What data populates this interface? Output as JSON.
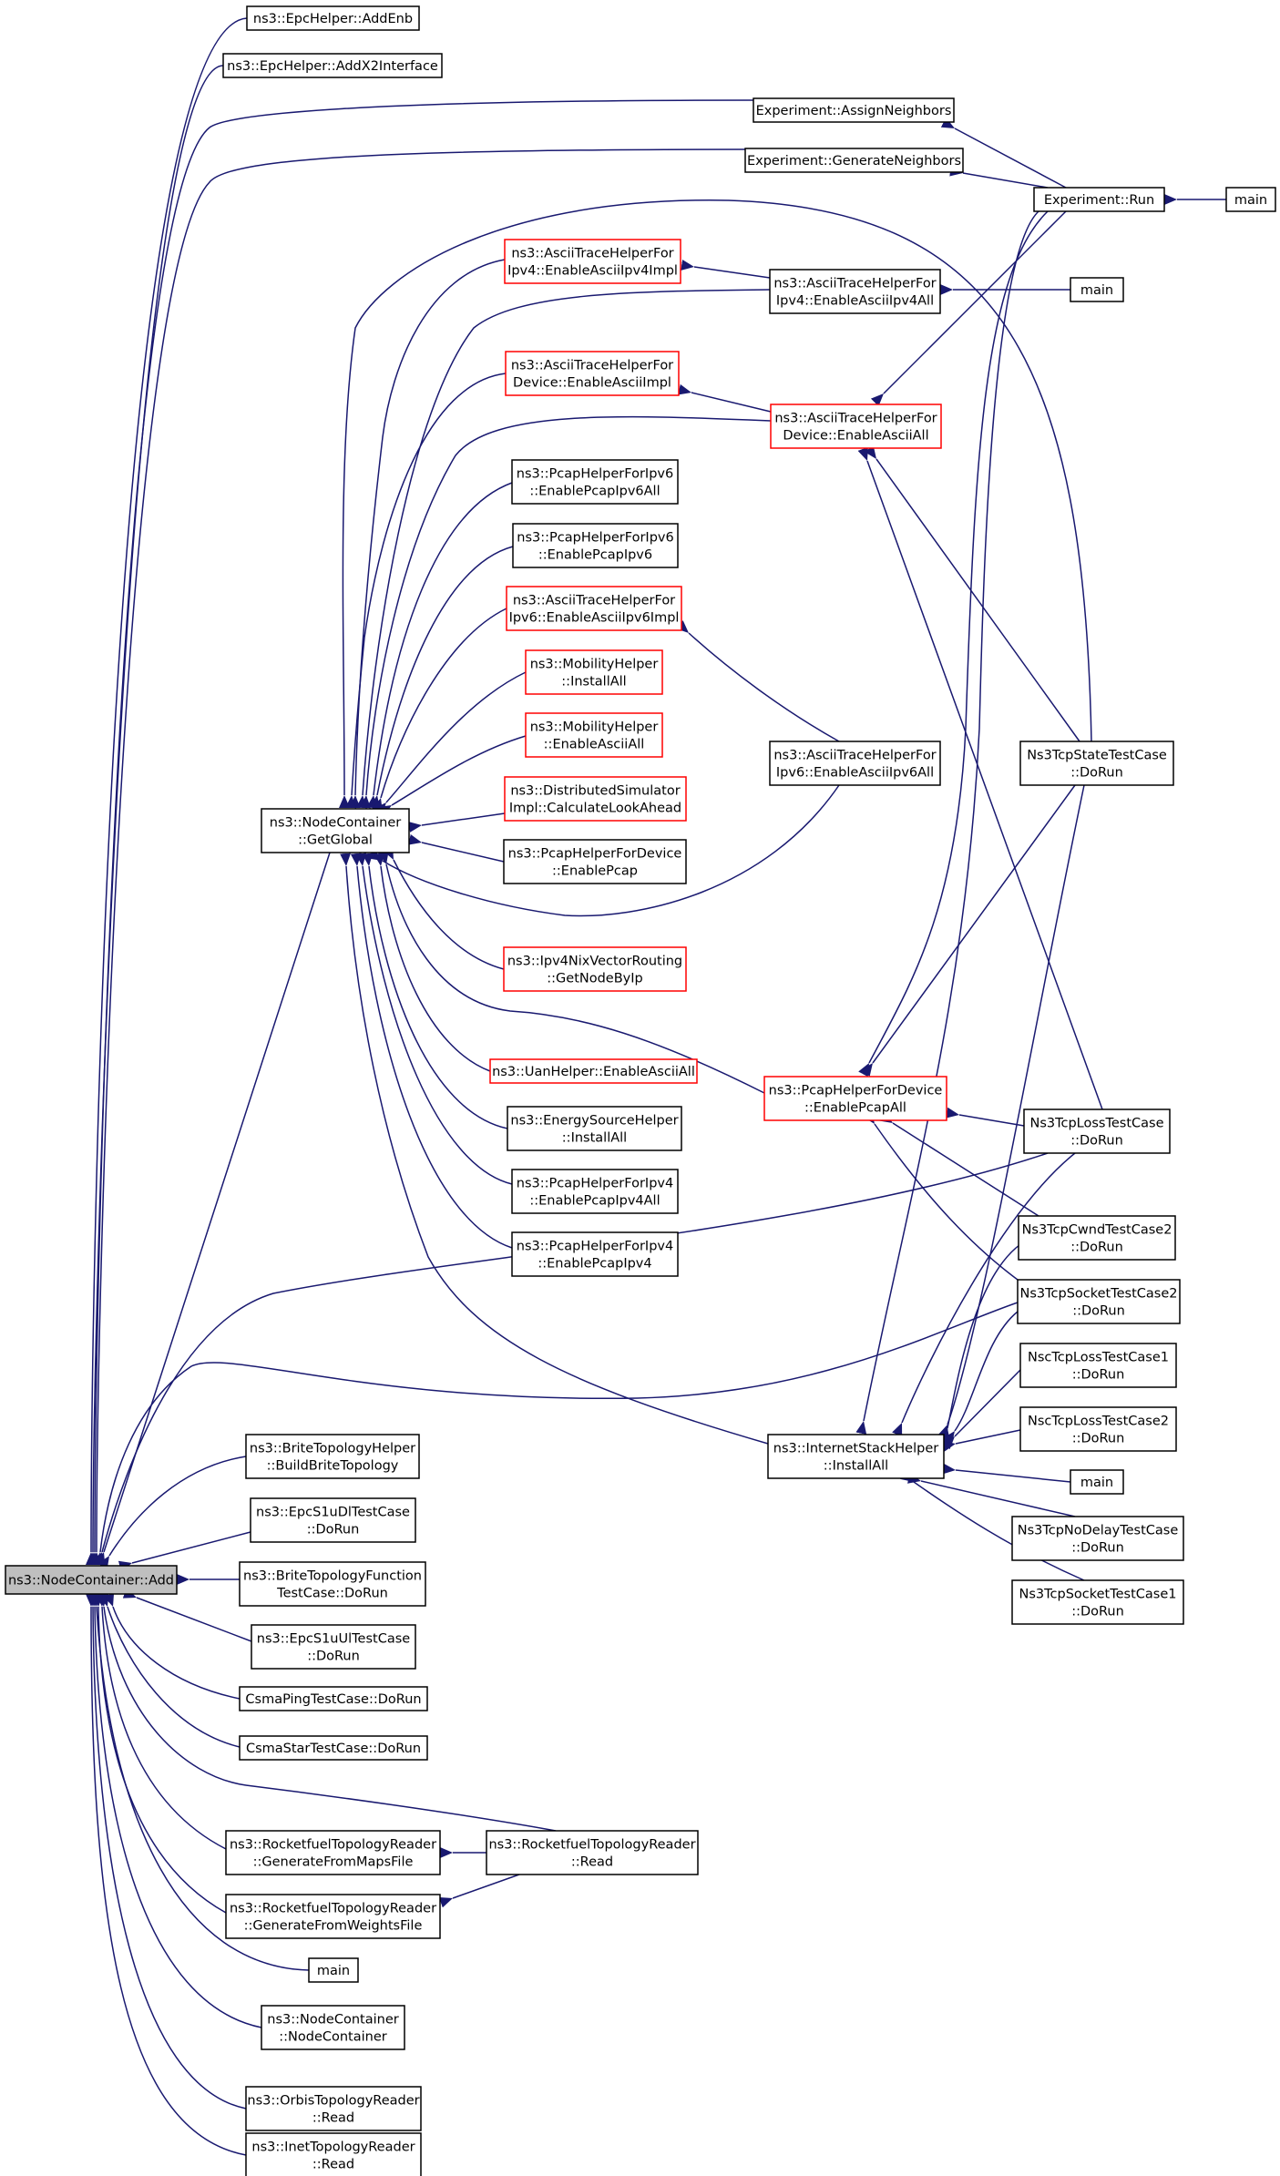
{
  "colors": {
    "edge": "#191970",
    "node_border_black": "#000000",
    "node_border_red": "#ff0000",
    "node_fill": "#ffffff",
    "focus_fill": "#bfbfbf"
  },
  "graph": {
    "focus": {
      "id": "n_add",
      "lines": [
        "ns3::NodeContainer::Add"
      ]
    },
    "nodes": [
      {
        "id": "n_add",
        "lines": [
          "ns3::NodeContainer::Add"
        ],
        "border": "black",
        "focus": true
      },
      {
        "id": "n_addenb",
        "lines": [
          "ns3::EpcHelper::AddEnb"
        ],
        "border": "black"
      },
      {
        "id": "n_addx2",
        "lines": [
          "ns3::EpcHelper::AddX2Interface"
        ],
        "border": "black"
      },
      {
        "id": "n_assign",
        "lines": [
          "Experiment::AssignNeighbors"
        ],
        "border": "black"
      },
      {
        "id": "n_generate",
        "lines": [
          "Experiment::GenerateNeighbors"
        ],
        "border": "black"
      },
      {
        "id": "n_exprun",
        "lines": [
          "Experiment::Run"
        ],
        "border": "black"
      },
      {
        "id": "n_main1",
        "lines": [
          "main"
        ],
        "border": "black"
      },
      {
        "id": "n_ipv4impl",
        "lines": [
          "ns3::AsciiTraceHelperFor",
          "Ipv4::EnableAsciiIpv4Impl"
        ],
        "border": "red"
      },
      {
        "id": "n_ipv4all",
        "lines": [
          "ns3::AsciiTraceHelperFor",
          "Ipv4::EnableAsciiIpv4All"
        ],
        "border": "black"
      },
      {
        "id": "n_main2",
        "lines": [
          "main"
        ],
        "border": "black"
      },
      {
        "id": "n_devimpl",
        "lines": [
          "ns3::AsciiTraceHelperFor",
          "Device::EnableAsciiImpl"
        ],
        "border": "red"
      },
      {
        "id": "n_devall",
        "lines": [
          "ns3::AsciiTraceHelperFor",
          "Device::EnableAsciiAll"
        ],
        "border": "red"
      },
      {
        "id": "n_pcapipv6all",
        "lines": [
          "ns3::PcapHelperForIpv6",
          "::EnablePcapIpv6All"
        ],
        "border": "black"
      },
      {
        "id": "n_pcapipv6",
        "lines": [
          "ns3::PcapHelperForIpv6",
          "::EnablePcapIpv6"
        ],
        "border": "black"
      },
      {
        "id": "n_ipv6impl",
        "lines": [
          "ns3::AsciiTraceHelperFor",
          "Ipv6::EnableAsciiIpv6Impl"
        ],
        "border": "red"
      },
      {
        "id": "n_mobinst",
        "lines": [
          "ns3::MobilityHelper",
          "::InstallAll"
        ],
        "border": "red"
      },
      {
        "id": "n_mobascii",
        "lines": [
          "ns3::MobilityHelper",
          "::EnableAsciiAll"
        ],
        "border": "red"
      },
      {
        "id": "n_ipv6all",
        "lines": [
          "ns3::AsciiTraceHelperFor",
          "Ipv6::EnableAsciiIpv6All"
        ],
        "border": "black"
      },
      {
        "id": "n_getglobal",
        "lines": [
          "ns3::NodeContainer",
          "::GetGlobal"
        ],
        "border": "black"
      },
      {
        "id": "n_distsim",
        "lines": [
          "ns3::DistributedSimulator",
          "Impl::CalculateLookAhead"
        ],
        "border": "red"
      },
      {
        "id": "n_pcapdev",
        "lines": [
          "ns3::PcapHelperForDevice",
          "::EnablePcap"
        ],
        "border": "black"
      },
      {
        "id": "n_nixvec",
        "lines": [
          "ns3::Ipv4NixVectorRouting",
          "::GetNodeByIp"
        ],
        "border": "red"
      },
      {
        "id": "n_uan",
        "lines": [
          "ns3::UanHelper::EnableAsciiAll"
        ],
        "border": "red"
      },
      {
        "id": "n_energy",
        "lines": [
          "ns3::EnergySourceHelper",
          "::InstallAll"
        ],
        "border": "black"
      },
      {
        "id": "n_pcapipv4all",
        "lines": [
          "ns3::PcapHelperForIpv4",
          "::EnablePcapIpv4All"
        ],
        "border": "black"
      },
      {
        "id": "n_pcapipv4",
        "lines": [
          "ns3::PcapHelperForIpv4",
          "::EnablePcapIpv4"
        ],
        "border": "black"
      },
      {
        "id": "n_pcapdevall",
        "lines": [
          "ns3::PcapHelperForDevice",
          "::EnablePcapAll"
        ],
        "border": "red"
      },
      {
        "id": "n_tcpstate",
        "lines": [
          "Ns3TcpStateTestCase",
          "::DoRun"
        ],
        "border": "black"
      },
      {
        "id": "n_tcploss",
        "lines": [
          "Ns3TcpLossTestCase",
          "::DoRun"
        ],
        "border": "black"
      },
      {
        "id": "n_tcpcwnd2",
        "lines": [
          "Ns3TcpCwndTestCase2",
          "::DoRun"
        ],
        "border": "black"
      },
      {
        "id": "n_tcpsock2",
        "lines": [
          "Ns3TcpSocketTestCase2",
          "::DoRun"
        ],
        "border": "black"
      },
      {
        "id": "n_nscloss1",
        "lines": [
          "NscTcpLossTestCase1",
          "::DoRun"
        ],
        "border": "black"
      },
      {
        "id": "n_nscloss2",
        "lines": [
          "NscTcpLossTestCase2",
          "::DoRun"
        ],
        "border": "black"
      },
      {
        "id": "n_inetstack",
        "lines": [
          "ns3::InternetStackHelper",
          "::InstallAll"
        ],
        "border": "black"
      },
      {
        "id": "n_main3",
        "lines": [
          "main"
        ],
        "border": "black"
      },
      {
        "id": "n_tcpnodelay",
        "lines": [
          "Ns3TcpNoDelayTestCase",
          "::DoRun"
        ],
        "border": "black"
      },
      {
        "id": "n_tcpsock1",
        "lines": [
          "Ns3TcpSocketTestCase1",
          "::DoRun"
        ],
        "border": "black"
      },
      {
        "id": "n_brite",
        "lines": [
          "ns3::BriteTopologyHelper",
          "::BuildBriteTopology"
        ],
        "border": "black"
      },
      {
        "id": "n_epcdl",
        "lines": [
          "ns3::EpcS1uDlTestCase",
          "::DoRun"
        ],
        "border": "black"
      },
      {
        "id": "n_britefn",
        "lines": [
          "ns3::BriteTopologyFunction",
          "TestCase::DoRun"
        ],
        "border": "black"
      },
      {
        "id": "n_epcul",
        "lines": [
          "ns3::EpcS1uUlTestCase",
          "::DoRun"
        ],
        "border": "black"
      },
      {
        "id": "n_csmaping",
        "lines": [
          "CsmaPingTestCase::DoRun"
        ],
        "border": "black"
      },
      {
        "id": "n_csmastar",
        "lines": [
          "CsmaStarTestCase::DoRun"
        ],
        "border": "black"
      },
      {
        "id": "n_rfmaps",
        "lines": [
          "ns3::RocketfuelTopologyReader",
          "::GenerateFromMapsFile"
        ],
        "border": "black"
      },
      {
        "id": "n_rfread",
        "lines": [
          "ns3::RocketfuelTopologyReader",
          "::Read"
        ],
        "border": "black"
      },
      {
        "id": "n_rfweights",
        "lines": [
          "ns3::RocketfuelTopologyReader",
          "::GenerateFromWeightsFile"
        ],
        "border": "black"
      },
      {
        "id": "n_main4",
        "lines": [
          "main"
        ],
        "border": "black"
      },
      {
        "id": "n_nodecont",
        "lines": [
          "ns3::NodeContainer",
          "::NodeContainer"
        ],
        "border": "black"
      },
      {
        "id": "n_orbis",
        "lines": [
          "ns3::OrbisTopologyReader",
          "::Read"
        ],
        "border": "black"
      },
      {
        "id": "n_inet",
        "lines": [
          "ns3::InetTopologyReader",
          "::Read"
        ],
        "border": "black"
      }
    ],
    "edges": [
      {
        "from": "n_addenb",
        "to": "n_add"
      },
      {
        "from": "n_addx2",
        "to": "n_add"
      },
      {
        "from": "n_assign",
        "to": "n_add"
      },
      {
        "from": "n_generate",
        "to": "n_add"
      },
      {
        "from": "n_exprun",
        "to": "n_assign"
      },
      {
        "from": "n_exprun",
        "to": "n_generate"
      },
      {
        "from": "n_main1",
        "to": "n_exprun"
      },
      {
        "from": "n_tcpstate",
        "to": "n_getglobal"
      },
      {
        "from": "n_ipv4impl",
        "to": "n_getglobal"
      },
      {
        "from": "n_ipv4all",
        "to": "n_getglobal"
      },
      {
        "from": "n_ipv4all",
        "to": "n_ipv4impl"
      },
      {
        "from": "n_main2",
        "to": "n_ipv4all"
      },
      {
        "from": "n_devimpl",
        "to": "n_getglobal"
      },
      {
        "from": "n_devall",
        "to": "n_getglobal"
      },
      {
        "from": "n_devall",
        "to": "n_devimpl"
      },
      {
        "from": "n_exprun",
        "to": "n_devall"
      },
      {
        "from": "n_tcpstate",
        "to": "n_devall"
      },
      {
        "from": "n_tcploss",
        "to": "n_devall"
      },
      {
        "from": "n_pcapipv6all",
        "to": "n_getglobal"
      },
      {
        "from": "n_pcapipv6",
        "to": "n_getglobal"
      },
      {
        "from": "n_ipv6impl",
        "to": "n_getglobal"
      },
      {
        "from": "n_ipv6all",
        "to": "n_ipv6impl"
      },
      {
        "from": "n_ipv6all",
        "to": "n_getglobal"
      },
      {
        "from": "n_mobinst",
        "to": "n_getglobal"
      },
      {
        "from": "n_mobascii",
        "to": "n_getglobal"
      },
      {
        "from": "n_distsim",
        "to": "n_getglobal"
      },
      {
        "from": "n_pcapdev",
        "to": "n_getglobal"
      },
      {
        "from": "n_nixvec",
        "to": "n_getglobal"
      },
      {
        "from": "n_uan",
        "to": "n_getglobal"
      },
      {
        "from": "n_energy",
        "to": "n_getglobal"
      },
      {
        "from": "n_pcapipv4all",
        "to": "n_getglobal"
      },
      {
        "from": "n_pcapipv4",
        "to": "n_getglobal"
      },
      {
        "from": "n_pcapdevall",
        "to": "n_getglobal"
      },
      {
        "from": "n_inetstack",
        "to": "n_getglobal"
      },
      {
        "from": "n_getglobal",
        "to": "n_add"
      },
      {
        "from": "n_exprun",
        "to": "n_pcapdevall"
      },
      {
        "from": "n_tcpstate",
        "to": "n_pcapdevall"
      },
      {
        "from": "n_tcploss",
        "to": "n_pcapdevall"
      },
      {
        "from": "n_tcpcwnd2",
        "to": "n_pcapdevall"
      },
      {
        "from": "n_tcpsock2",
        "to": "n_pcapdevall"
      },
      {
        "from": "n_exprun",
        "to": "n_inetstack"
      },
      {
        "from": "n_tcpstate",
        "to": "n_inetstack"
      },
      {
        "from": "n_tcploss",
        "to": "n_inetstack"
      },
      {
        "from": "n_tcpcwnd2",
        "to": "n_inetstack"
      },
      {
        "from": "n_tcpsock2",
        "to": "n_inetstack"
      },
      {
        "from": "n_nscloss1",
        "to": "n_inetstack"
      },
      {
        "from": "n_nscloss2",
        "to": "n_inetstack"
      },
      {
        "from": "n_main3",
        "to": "n_inetstack"
      },
      {
        "from": "n_tcpnodelay",
        "to": "n_inetstack"
      },
      {
        "from": "n_tcpsock1",
        "to": "n_inetstack"
      },
      {
        "from": "n_tcploss",
        "to": "n_add"
      },
      {
        "from": "n_tcpsock2",
        "to": "n_add"
      },
      {
        "from": "n_brite",
        "to": "n_add"
      },
      {
        "from": "n_epcdl",
        "to": "n_add"
      },
      {
        "from": "n_britefn",
        "to": "n_add"
      },
      {
        "from": "n_epcul",
        "to": "n_add"
      },
      {
        "from": "n_csmaping",
        "to": "n_add"
      },
      {
        "from": "n_csmastar",
        "to": "n_add"
      },
      {
        "from": "n_rfmaps",
        "to": "n_add"
      },
      {
        "from": "n_rfread",
        "to": "n_add"
      },
      {
        "from": "n_rfread",
        "to": "n_rfmaps"
      },
      {
        "from": "n_rfweights",
        "to": "n_add"
      },
      {
        "from": "n_rfread",
        "to": "n_rfweights"
      },
      {
        "from": "n_main4",
        "to": "n_add"
      },
      {
        "from": "n_nodecont",
        "to": "n_add"
      },
      {
        "from": "n_orbis",
        "to": "n_add"
      },
      {
        "from": "n_inet",
        "to": "n_add"
      }
    ]
  }
}
